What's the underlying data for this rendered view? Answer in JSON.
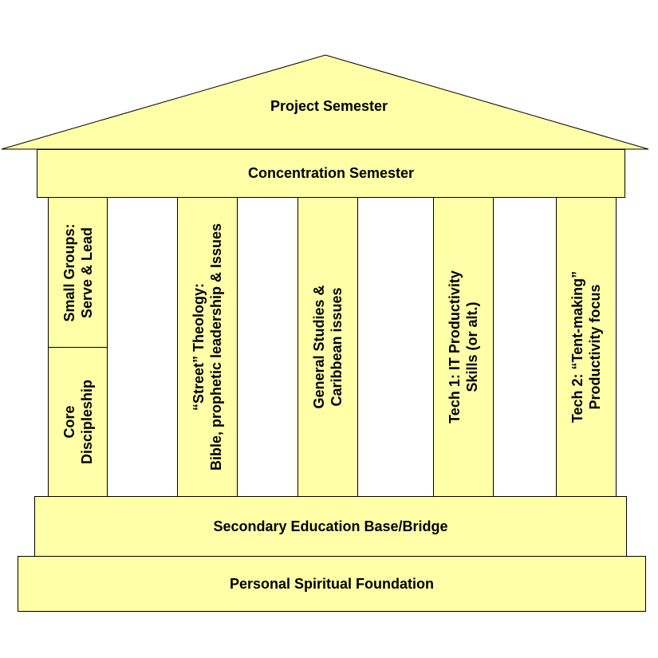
{
  "roof": "Project Semester",
  "entablature": "Concentration Semester",
  "pillars": [
    {
      "top": [
        "Small Groups:",
        "Serve & Lead"
      ],
      "bottom": [
        "Core",
        "Discipleship"
      ]
    },
    {
      "lines": [
        "“Street” Theology:",
        "Bible, prophetic leadership & Issues"
      ]
    },
    {
      "lines": [
        "General Studies &",
        "Caribbean issues"
      ]
    },
    {
      "lines": [
        "Tech 1: IT Productivity",
        "Skills (or alt.)"
      ]
    },
    {
      "lines": [
        "Tech 2: “Tent-making”",
        "Productivity focus"
      ]
    }
  ],
  "base": "Secondary Education Base/Bridge",
  "foundation": "Personal Spiritual Foundation",
  "colors": {
    "fill": "#FFFFA8",
    "stroke": "#000000"
  }
}
